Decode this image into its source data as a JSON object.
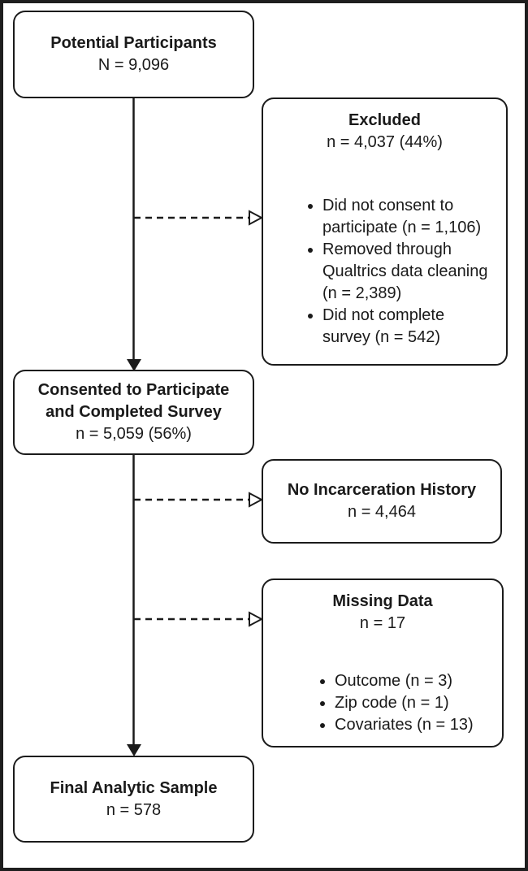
{
  "colors": {
    "ink": "#1a1a1a",
    "background": "#ffffff"
  },
  "flow": {
    "potential": {
      "title": "Potential Participants",
      "count": "N = 9,096"
    },
    "excluded": {
      "title": "Excluded",
      "count": "n = 4,037 (44%)",
      "bullets": [
        "Did not consent to\nparticipate (n = 1,106)",
        "Removed through\nQualtrics data cleaning\n(n = 2,389)",
        "Did not complete\nsurvey (n = 542)"
      ]
    },
    "consented": {
      "title": "Consented to Participate\nand Completed Survey",
      "count": "n = 5,059 (56%)"
    },
    "no_incarceration": {
      "title": "No Incarceration History",
      "count": "n = 4,464"
    },
    "missing": {
      "title": "Missing Data",
      "count": "n = 17",
      "bullets": [
        "Outcome (n = 3)",
        "Zip code (n = 1)",
        "Covariates (n = 13)"
      ]
    },
    "final": {
      "title": "Final Analytic Sample",
      "count": "n = 578"
    }
  }
}
